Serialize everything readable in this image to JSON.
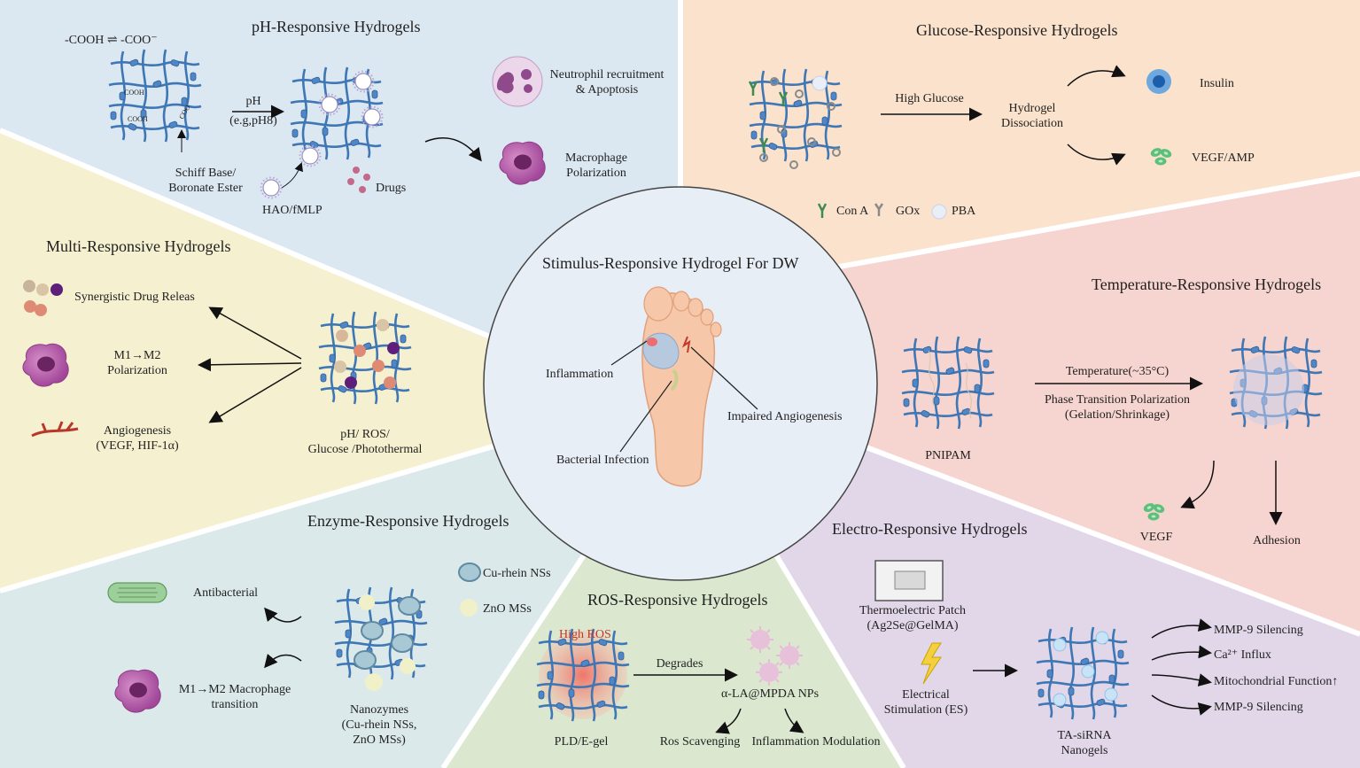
{
  "center": {
    "title": "Stimulus-Responsive Hydrogel For DW",
    "inflammation": "Inflammation",
    "impaired": "Impaired Angiogenesis",
    "infection": "Bacterial Infection"
  },
  "ph": {
    "title": "pH-Responsive Hydrogels",
    "equation": "-COOH ⇌ -COO⁻",
    "cooh": "COOH",
    "coo": "COO",
    "stimulus": "pH",
    "stimulus_eg": "(e.g,pH8)",
    "schiff_1": "Schiff Base/",
    "schiff_2": "Boronate Ester",
    "hao": "HAO/fMLP",
    "drugs": "Drugs",
    "neutrophil_1": "Neutrophil recruitment",
    "neutrophil_2": "& Apoptosis",
    "macrophage_1": "Macrophage",
    "macrophage_2": "Polarization"
  },
  "glucose": {
    "title": "Glucose-Responsive Hydrogels",
    "stimulus": "High Glucose",
    "dissociation_1": "Hydrogel",
    "dissociation_2": "Dissociation",
    "insulin": "Insulin",
    "vegf": "VEGF/AMP",
    "legend_cona": "Con A",
    "legend_gox": "GOx",
    "legend_pba": "PBA"
  },
  "multi": {
    "title": "Multi-Responsive Hydrogels",
    "drug": "Synergistic Drug Releas",
    "m1m2_1": "M1→M2",
    "m1m2_2": "Polarization",
    "angio_1": "Angiogenesis",
    "angio_2": "(VEGF, HIF-1α)",
    "stimuli_1": "pH/ ROS/",
    "stimuli_2": "Glucose /Photothermal"
  },
  "temp": {
    "title": "Temperature-Responsive Hydrogels",
    "material": "PNIPAM",
    "stimulus": "Temperature(~35°C)",
    "process_1": "Phase Transition Polarization",
    "process_2": "(Gelation/Shrinkage)",
    "vegf": "VEGF",
    "adhesion": "Adhesion"
  },
  "enzyme": {
    "title": "Enzyme-Responsive Hydrogels",
    "antibacterial": "Antibacterial",
    "macrophage_1": "M1→M2 Macrophage",
    "macrophage_2": "transition",
    "legend_cu": "Cu-rhein NSs",
    "legend_zno": "ZnO MSs",
    "nano_1": "Nanozymes",
    "nano_2": "(Cu-rhein NSs,",
    "nano_3": "ZnO MSs)"
  },
  "ros": {
    "title": "ROS-Responsive Hydrogels",
    "high": "High ROS",
    "degrades": "Degrades",
    "nps": "α-LA@MPDA NPs",
    "gel": "PLD/E-gel",
    "scavenging": "Ros Scavenging",
    "modulation": "Inflammation Modulation"
  },
  "electro": {
    "title": "Electro-Responsive Hydrogels",
    "patch_1": "Thermoelectric Patch",
    "patch_2": "(Ag2Se@GelMA)",
    "es_1": "Electrical",
    "es_2": "Stimulation (ES)",
    "out_1": "MMP-9 Silencing",
    "out_2": "Ca²⁺ Influx",
    "out_3": "Mitochondrial Function↑",
    "out_4": "MMP-9 Silencing",
    "nano_1": "TA-siRNA",
    "nano_2": "Nanogels"
  },
  "colors": {
    "ph_bg": "#dbe7f1",
    "glucose_bg": "#fbe2cc",
    "multi_bg": "#f5f0cf",
    "temp_bg": "#f6d4cf",
    "enzyme_bg": "#dbe9eb",
    "ros_bg": "#dbe8cf",
    "electro_bg": "#e1d7e9",
    "center_bg": "#e8eef6",
    "network": "#3f77b5",
    "crosslink": "#4f86c6"
  }
}
